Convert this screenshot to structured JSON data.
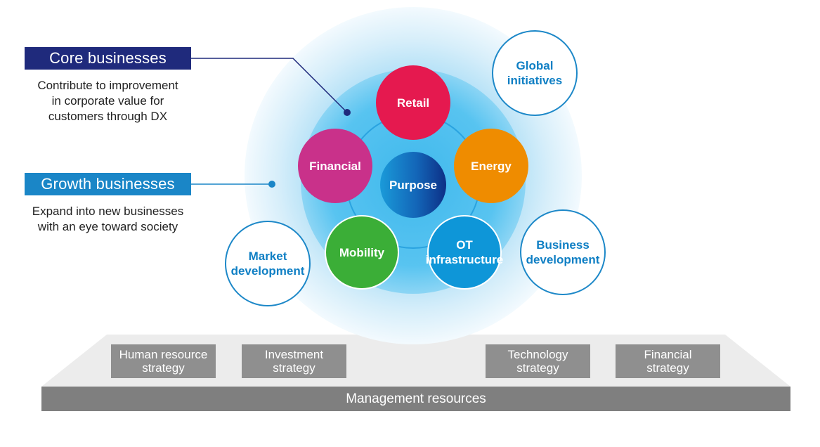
{
  "core": {
    "title": "Core businesses",
    "description": "Contribute to improvement\nin corporate value for\ncustomers through DX"
  },
  "growth": {
    "title": "Growth businesses",
    "description": "Expand into new businesses\nwith an eye toward society"
  },
  "center": {
    "label": "Purpose"
  },
  "businesses": [
    {
      "label": "Retail",
      "color": "#e5194f"
    },
    {
      "label": "Energy",
      "color": "#ef8c00"
    },
    {
      "label": "OT\ninfrastructure",
      "color": "#0e96d8"
    },
    {
      "label": "Mobility",
      "color": "#3bae37"
    },
    {
      "label": "Financial",
      "color": "#c9318a"
    }
  ],
  "outer_circles": [
    {
      "label": "Global\ninitiatives"
    },
    {
      "label": "Business\ndevelopment"
    },
    {
      "label": "Market\ndevelopment"
    }
  ],
  "strategies": [
    "Human resource\nstrategy",
    "Investment\nstrategy",
    "Technology\nstrategy",
    "Financial\nstrategy"
  ],
  "base": {
    "label": "Management resources"
  },
  "colors": {
    "core_label_bg": "#1f2a7c",
    "growth_label_bg": "#1a86c7",
    "outline_circle_border": "#1d88c8",
    "platform_top": "#ececec",
    "base_bar": "#7f7f7f",
    "strategy_box": "#8f8f8f"
  }
}
